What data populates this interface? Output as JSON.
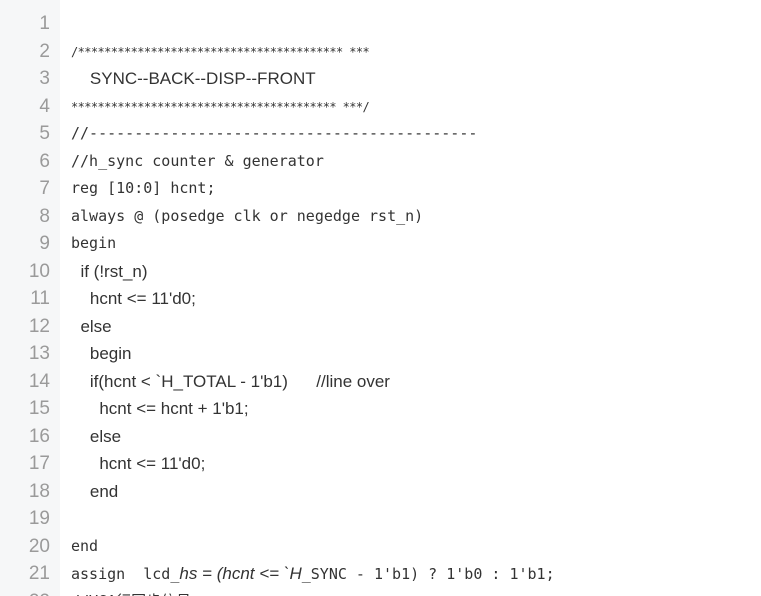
{
  "code_lines": [
    {
      "num": "1",
      "parts": []
    },
    {
      "num": "2",
      "parts": [
        {
          "t": "/**************************************** ***",
          "c": "stars"
        }
      ]
    },
    {
      "num": "3",
      "parts": [
        {
          "t": "    SYNC--BACK--DISP--FRONT",
          "c": "prop"
        }
      ]
    },
    {
      "num": "4",
      "parts": [
        {
          "t": "**************************************** ***/",
          "c": "stars"
        }
      ]
    },
    {
      "num": "5",
      "parts": [
        {
          "t": "//-------------------------------------------",
          "c": "mono"
        }
      ]
    },
    {
      "num": "6",
      "parts": [
        {
          "t": "//h_sync counter & generator",
          "c": "mono"
        }
      ]
    },
    {
      "num": "7",
      "parts": [
        {
          "t": "reg [10:0] hcnt;",
          "c": "mono"
        }
      ]
    },
    {
      "num": "8",
      "parts": [
        {
          "t": "always @ (posedge clk or negedge rst_n)",
          "c": "mono"
        }
      ]
    },
    {
      "num": "9",
      "parts": [
        {
          "t": "begin",
          "c": "mono"
        }
      ]
    },
    {
      "num": "10",
      "parts": [
        {
          "t": "  if (!rst_n)",
          "c": "prop"
        }
      ]
    },
    {
      "num": "11",
      "parts": [
        {
          "t": "    hcnt <= 11'd0;",
          "c": "prop"
        }
      ]
    },
    {
      "num": "12",
      "parts": [
        {
          "t": "  else",
          "c": "prop"
        }
      ]
    },
    {
      "num": "13",
      "parts": [
        {
          "t": "    begin",
          "c": "prop"
        }
      ]
    },
    {
      "num": "14",
      "parts": [
        {
          "t": "    if(hcnt < `H_TOTAL - 1'b1)      //line over",
          "c": "prop"
        }
      ]
    },
    {
      "num": "15",
      "parts": [
        {
          "t": "      hcnt <= hcnt + 1'b1;",
          "c": "prop"
        }
      ]
    },
    {
      "num": "16",
      "parts": [
        {
          "t": "    else",
          "c": "prop"
        }
      ]
    },
    {
      "num": "17",
      "parts": [
        {
          "t": "      hcnt <= 11'd0;",
          "c": "prop"
        }
      ]
    },
    {
      "num": "18",
      "parts": [
        {
          "t": "    end",
          "c": "prop"
        }
      ]
    },
    {
      "num": "19",
      "parts": []
    },
    {
      "num": "20",
      "parts": [
        {
          "t": "end",
          "c": "mono"
        }
      ]
    },
    {
      "num": "21",
      "parts": [
        {
          "t": "assign  lcd_",
          "c": "mono"
        },
        {
          "t": "hs = (hcnt <= `H",
          "c": "prop ital"
        },
        {
          "t": "_SYNC - 1'b1) ? 1'b0 : 1'b1;",
          "c": "mono"
        }
      ]
    },
    {
      "num": "22",
      "parts": [
        {
          "t": "//VGA行同步信号",
          "c": "mono"
        }
      ]
    }
  ]
}
